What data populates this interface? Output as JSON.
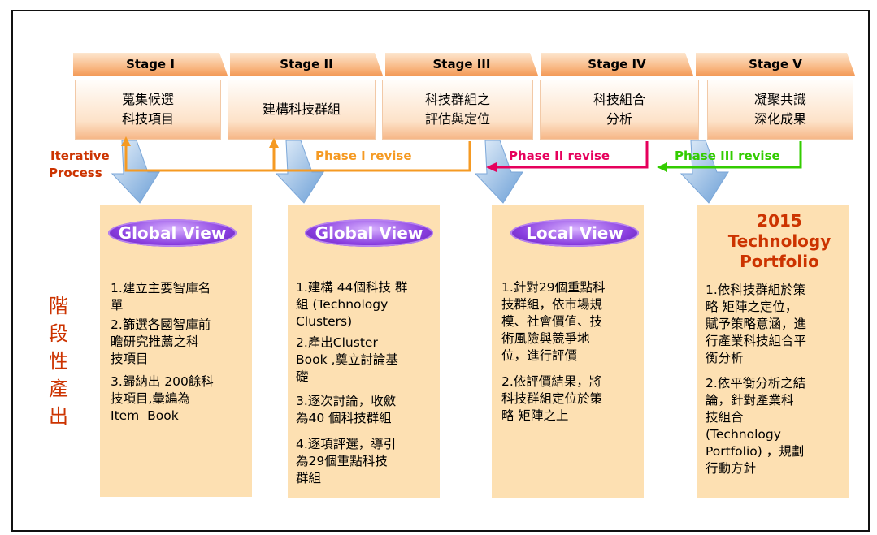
{
  "stages": [
    {
      "tab": "Stage I",
      "line1": "蒐集候選",
      "line2": "科技項目"
    },
    {
      "tab": "Stage II",
      "line1": "建構科技群組",
      "line2": ""
    },
    {
      "tab": "Stage III",
      "line1": "科技群組之",
      "line2": "評估與定位"
    },
    {
      "tab": "Stage IV",
      "line1": "科技組合",
      "line2": "分析"
    },
    {
      "tab": "Stage V",
      "line1": "凝聚共識",
      "line2": "深化成果"
    }
  ],
  "labels": {
    "iterative_1": "Iterative",
    "iterative_2": "Process",
    "phase1": "Phase I revise",
    "phase2": "Phase II revise",
    "phase3": "Phase III revise"
  },
  "vertical_label": [
    "階",
    "段",
    "性",
    "產",
    "出"
  ],
  "pills": {
    "p1": "Global View",
    "p2": "Global View",
    "p3": "Local View"
  },
  "portfolio": {
    "line1": "2015",
    "line2": "Technology",
    "line3": "Portfolio"
  },
  "panel1": [
    {
      "num": "1.",
      "text": "建立主要智庫名\n單"
    },
    {
      "num": "2.",
      "text": "篩選各國智庫前\n瞻研究推薦之科\n技項目"
    },
    {
      "num": "3.",
      "text": "歸納出 200餘科\n技項目,彙編為\nItem  Book"
    }
  ],
  "panel2": [
    {
      "num": "1.",
      "text": "建構 44個科技 群\n組 (Technology\nClusters)"
    },
    {
      "num": "2.",
      "text": "產出Cluster\nBook ,奠立討論基\n礎"
    },
    {
      "num": "3.",
      "text": "逐次討論，收斂\n為40 個科技群組"
    },
    {
      "num": "4.",
      "text": "逐項評選，導引\n為29個重點科技\n群組"
    }
  ],
  "panel3": [
    {
      "num": "1.",
      "text": "針對29個重點科\n技群組，依市場規\n模、社會價值、技\n術風險與競爭地\n位，進行評價"
    },
    {
      "num": "2.",
      "text": "依評價結果，將\n科技群組定位於策\n略 矩陣之上"
    }
  ],
  "panel4": [
    {
      "num": "1.",
      "text": "依科技群組於策\n略 矩陣之定位，\n賦予策略意涵，進\n行產業科技組合平\n衡分析"
    },
    {
      "num": "2.",
      "text": "依平衡分析之結\n論，針對產業科\n技組合\n(Technology\nPortfolio) ，規劃\n行動方針"
    }
  ],
  "colors": {
    "orange": "#f59a23",
    "magenta": "#e6005c",
    "green": "#33cc00",
    "label_red": "#cc3300",
    "pill": "#8a3ee0"
  }
}
